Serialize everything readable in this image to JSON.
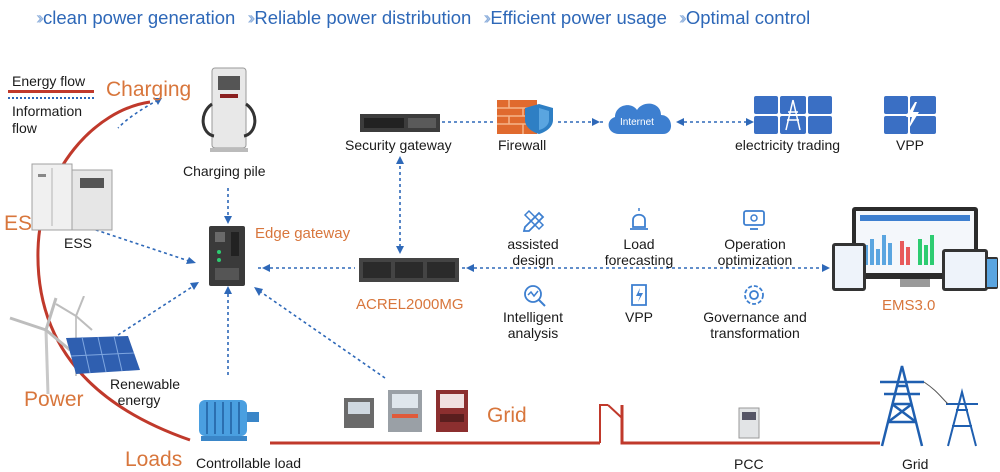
{
  "header": {
    "items": [
      {
        "label": "clean power generation"
      },
      {
        "label": "Reliable power distribution"
      },
      {
        "label": "Efficient power usage"
      },
      {
        "label": "Optimal control"
      }
    ]
  },
  "legend": {
    "energy_flow": "Energy flow",
    "information_flow_line1": "Information",
    "information_flow_line2": "flow"
  },
  "side_labels": {
    "charging": "Charging",
    "es": "ES",
    "power": "Power",
    "loads": "Loads",
    "grid": "Grid"
  },
  "nodes": {
    "charging_pile": "Charging pile",
    "ess": "ESS",
    "edge_gateway": "Edge gateway",
    "security_gateway": "Security gateway",
    "firewall": "Firewall",
    "internet": "Internet",
    "electricity_trading": "electricity trading",
    "vpp_top": "VPP",
    "acrel": "ACREL2000MG",
    "ems": "EMS3.0",
    "renewable_line1": "Renewable",
    "renewable_line2": "energy",
    "controllable_load": "Controllable load",
    "pcc": "PCC",
    "grid_bottom": "Grid"
  },
  "functions": [
    {
      "line1": "assisted",
      "line2": "design",
      "icon": "pencil-ruler-icon"
    },
    {
      "line1": "Load",
      "line2": "forecasting",
      "icon": "alarm-light-icon"
    },
    {
      "line1": "Operation",
      "line2": "optimization",
      "icon": "monitor-gear-icon"
    },
    {
      "line1": "Intelligent",
      "line2": "analysis",
      "icon": "magnifier-chart-icon"
    },
    {
      "line1": "VPP",
      "line2": "",
      "icon": "lightning-doc-icon"
    },
    {
      "line1": "Governance and",
      "line2": "transformation",
      "icon": "gear-cycle-icon"
    }
  ],
  "colors": {
    "accent_blue": "#2e68b8",
    "energy_red": "#c0392b",
    "orange": "#d8763c"
  }
}
